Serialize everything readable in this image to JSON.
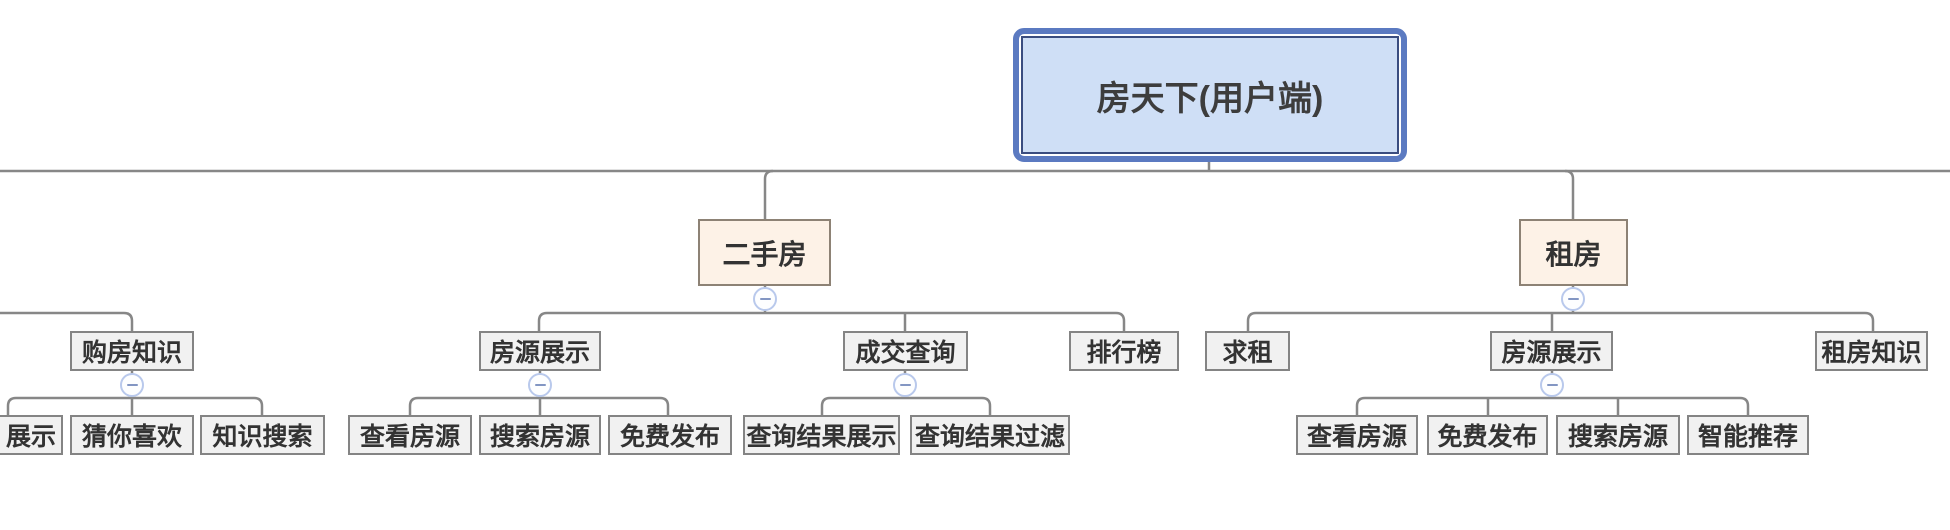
{
  "mindmap": {
    "root": {
      "label": "房天下(用户端)"
    },
    "offscreen_group": {
      "parent": {
        "label": "购房知识"
      },
      "children": [
        {
          "label": "展示"
        },
        {
          "label": "猜你喜欢"
        },
        {
          "label": "知识搜索"
        }
      ]
    },
    "second_hand": {
      "label": "二手房",
      "children": [
        {
          "label": "房源展示",
          "children": [
            {
              "label": "查看房源"
            },
            {
              "label": "搜索房源"
            },
            {
              "label": "免费发布"
            }
          ]
        },
        {
          "label": "成交查询",
          "children": [
            {
              "label": "查询结果展示"
            },
            {
              "label": "查询结果过滤"
            }
          ]
        },
        {
          "label": "排行榜"
        }
      ]
    },
    "rent": {
      "label": "租房",
      "children": [
        {
          "label": "求租"
        },
        {
          "label": "房源展示",
          "children": [
            {
              "label": "查看房源"
            },
            {
              "label": "免费发布"
            },
            {
              "label": "搜索房源"
            },
            {
              "label": "智能推荐"
            }
          ]
        },
        {
          "label": "租房知识"
        }
      ]
    },
    "icons": {
      "collapse_symbol": "−"
    },
    "colors": {
      "root_fill": "#cfdff6",
      "root_outer_border": "#5b7ac1",
      "root_inner_border": "#3a4d80",
      "branch_fill": "#fdf2e7",
      "branch_border": "#8d8275",
      "topic_fill": "#f1f1f1",
      "topic_border": "#848484",
      "connector": "#878787",
      "collapse_ring": "#b9c9ec",
      "text": "#333333"
    }
  }
}
